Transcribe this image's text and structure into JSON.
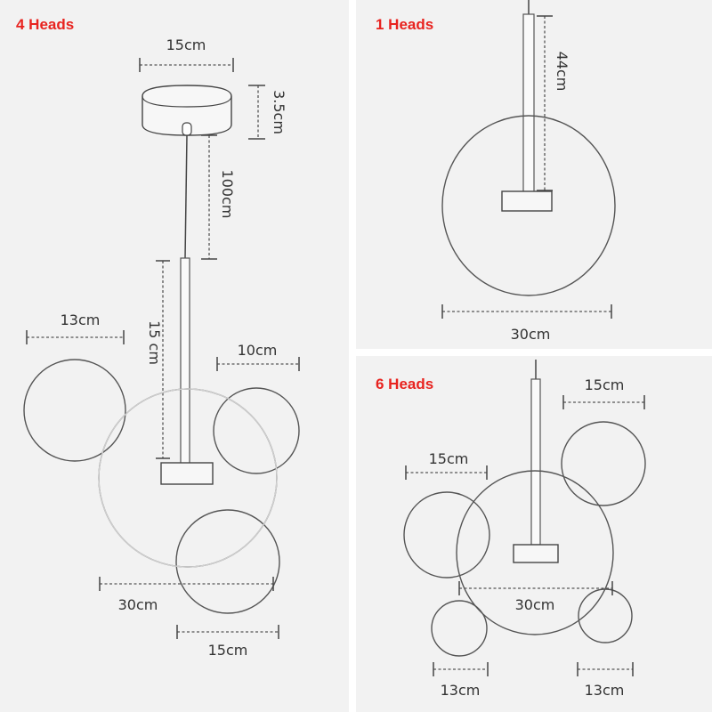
{
  "panels": {
    "four": {
      "title": "4 Heads",
      "dims": {
        "canopy_width": "15cm",
        "canopy_height": "3.5cm",
        "cable": "100cm",
        "rod": "15 cm",
        "left_ball": "13cm",
        "right_ball": "10cm",
        "main_ball": "30cm",
        "bottom_ball": "15cm"
      }
    },
    "one": {
      "title": "1 Heads",
      "dims": {
        "rod": "44cm",
        "ball": "30cm"
      }
    },
    "six": {
      "title": "6 Heads",
      "dims": {
        "top_right_ball": "15cm",
        "left_ball": "15cm",
        "main_ball": "30cm",
        "bottom_left_ball": "13cm",
        "bottom_right_ball": "13cm"
      }
    }
  }
}
